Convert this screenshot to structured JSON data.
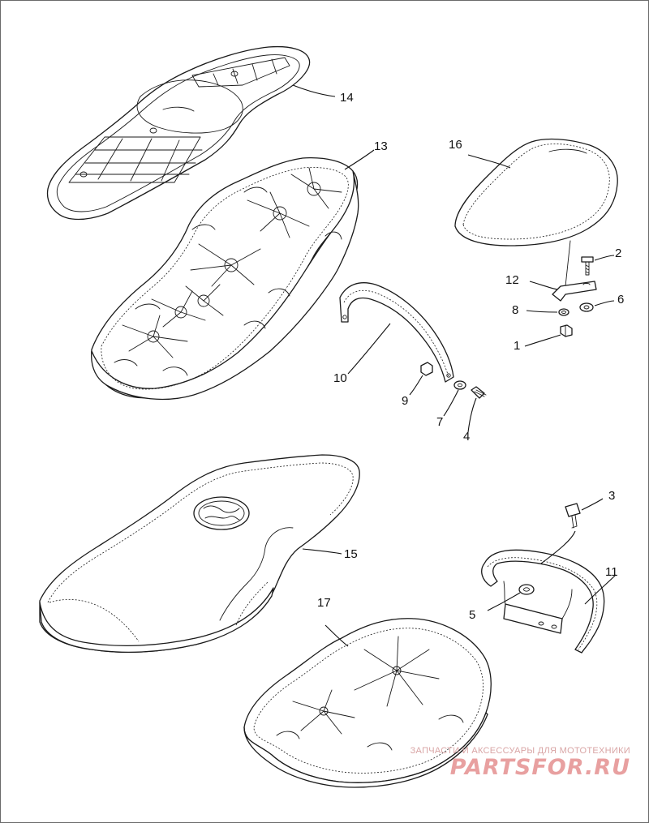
{
  "diagram": {
    "parts": [
      {
        "id": "14",
        "label": "14"
      },
      {
        "id": "13",
        "label": "13"
      },
      {
        "id": "16",
        "label": "16"
      },
      {
        "id": "2",
        "label": "2"
      },
      {
        "id": "12",
        "label": "12"
      },
      {
        "id": "6",
        "label": "6"
      },
      {
        "id": "8",
        "label": "8"
      },
      {
        "id": "1",
        "label": "1"
      },
      {
        "id": "10",
        "label": "10"
      },
      {
        "id": "9",
        "label": "9"
      },
      {
        "id": "7",
        "label": "7"
      },
      {
        "id": "4",
        "label": "4"
      },
      {
        "id": "3",
        "label": "3"
      },
      {
        "id": "15",
        "label": "15"
      },
      {
        "id": "11",
        "label": "11"
      },
      {
        "id": "5",
        "label": "5"
      },
      {
        "id": "17",
        "label": "17"
      }
    ]
  },
  "watermark": {
    "caption": "ЗАПЧАСТИ И АКСЕССУАРЫ ДЛЯ МОТОТЕХНИКИ",
    "brand": "PARTSFOR.RU"
  },
  "colors": {
    "line": "#1a1a1a",
    "watermark": "#e8a0a0",
    "border": "#6a6a6a"
  }
}
